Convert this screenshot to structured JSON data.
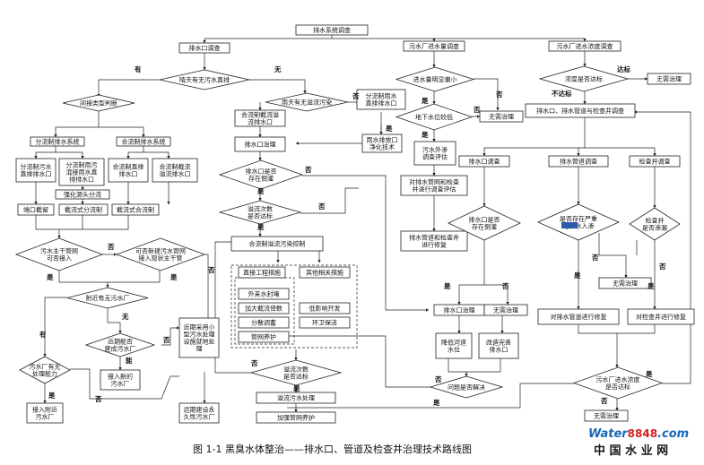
{
  "nodes": {
    "top": "排水系统调查",
    "outfall_survey": "排水口调查",
    "wwtp_volume": "污水厂进水量调查",
    "wwtp_conc": "污水厂进水浓度调查",
    "q_dry_sewage": "晴天有无污水直排",
    "q_rain_overflow": "雨天有无溢流污染",
    "region_type": "间接类型判断",
    "separate_sys": "分流制排水系统",
    "combined_sys": "合流制排水系统",
    "sep_direct": [
      "分流制污水",
      "直排排水口"
    ],
    "sep_mixed": [
      "分流制雨污",
      "混接雨水直",
      "排排水口"
    ],
    "comb_direct": [
      "合流制直排",
      "排水口"
    ],
    "comb_overflow": [
      "合流制截流",
      "溢流排水口"
    ],
    "strengthen": "强化源头分流",
    "end_intercept": "端口截留",
    "intercept_sep": "截流式分流制",
    "intercept_comb": "截流式合流制",
    "q_main_pipe": [
      "污水主干管网",
      "可否接入"
    ],
    "q_nearby_pipe": [
      "可否新建污水管网",
      "接入现状主干管"
    ],
    "q_nearby_wwtp": "附近有无污水厂",
    "q_capacity": [
      "污水厂有无",
      "处理能力"
    ],
    "q_new_wwtp": [
      "近期能否",
      "建成污水厂"
    ],
    "connect_near": [
      "接入附近",
      "污水厂"
    ],
    "connect_new": [
      "接入新的",
      "污水厂"
    ],
    "small_facility": [
      "近期采用小",
      "型污水处理",
      "设施就地处",
      "理"
    ],
    "permanent": [
      "远期建设永",
      "久性污水厂"
    ],
    "comb_overflow2": [
      "合流制截流溢",
      "流排水口"
    ],
    "sep_stormdirect": [
      "分流制雨水",
      "直排排水口"
    ],
    "outfall_treat": "排水口治理",
    "rain_outfall": [
      "雨水排放口",
      "净化技术"
    ],
    "q_backflow": [
      "排水口是否",
      "存在倒灌"
    ],
    "q_overflow_ctl": [
      "溢流次数",
      "是否达标"
    ],
    "overflow_ctl": "合流制溢流污染控制",
    "direct_eng": "直接工程措施",
    "other_meas": "其他相关措施",
    "outer_seal": "外来水封堵",
    "increase_ratio": "加大截流倍数",
    "storage": "分散调蓄",
    "pipe_maint": "管网养护",
    "lid": "低影响开发",
    "sanitation": "环卫保洁",
    "q_overflow_ok": [
      "溢流次数",
      "是否达标"
    ],
    "overflow_treat": "溢流污水处理",
    "strengthen_maint": "加强管网养护",
    "q_low_water": "进水量明显偏小",
    "q_groundwater": "地下水位较低",
    "no_treat1": "无需治理",
    "infiltration": [
      "污水外渗",
      "调查评估"
    ],
    "pipe_eval": [
      "对排水管网和检查",
      "井进行调查评估"
    ],
    "pipe_repair": [
      "排水管道和检查井",
      "进行修复"
    ],
    "q_conc_ok": "浓度是否达标",
    "std_ok": "达标",
    "std_not": "不达标",
    "no_treat2": "无需治理",
    "outfall_pipe_survey": "排水口、排水管道与检查井调查",
    "s_outfall": "排水口调查",
    "s_pipe": "排水管道调查",
    "s_manhole": "检查井调查",
    "q_outfall_back": [
      "排水口是否",
      "存在倒灌"
    ],
    "q_pipe_infil": [
      "是否存在严重",
      "地下水入渗"
    ],
    "q_manhole_leak": [
      "检查井",
      "是否渗漏"
    ],
    "outfall_treat2": "排水口治理",
    "no_treat3": "无需治理",
    "no_treat4": "无需治理",
    "lower_river": [
      "降低河道",
      "水位"
    ],
    "improve_outfall": [
      "改造完善",
      "排水口"
    ],
    "pipe_repair2": "对排水管道进行修复",
    "manhole_repair": "对检查井进行修复",
    "q_solved": "问题是否解决",
    "q_final_conc": [
      "污水厂进水浓度",
      "是否达标"
    ],
    "no_treat5": "无需治理",
    "pipe_hl": "严重"
  },
  "edge_labels": {
    "yes": "是",
    "no": "否",
    "have": "有",
    "none": "无",
    "can": "能"
  },
  "caption": "图 1-1  黑臭水体整治——排水口、管道及检查井治理技术路线图",
  "watermark": {
    "brand_a": "Water",
    "brand_b": "8848",
    "brand_c": ".com",
    "cn": "中 国 水 业 网"
  }
}
